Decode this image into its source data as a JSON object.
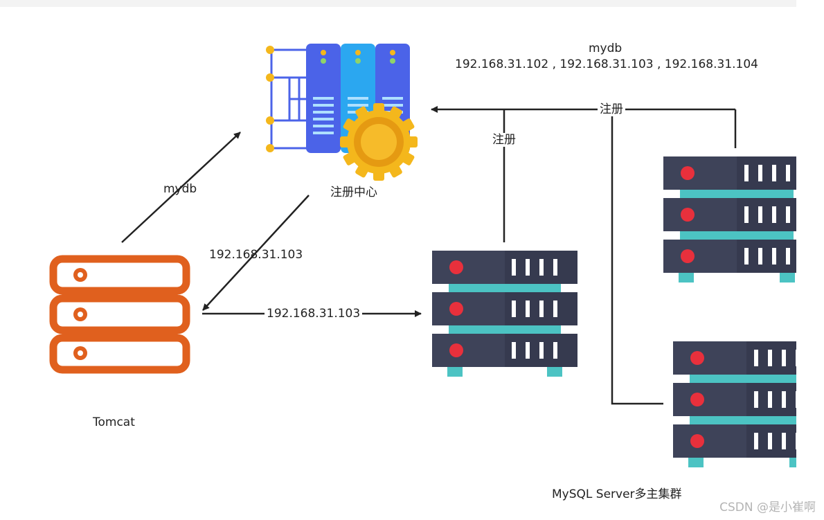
{
  "nodes": {
    "registry_label": "注册中心",
    "tomcat_label": "Tomcat",
    "cluster_label": "MySQL Server多主集群"
  },
  "edges": {
    "tomcat_to_registry": "mydb",
    "registry_to_tomcat": "192.168.31.103",
    "tomcat_to_server": "192.168.31.103",
    "register_1": "注册",
    "register_2": "注册"
  },
  "registry_info": {
    "db_name": "mydb",
    "ips": "192.168.31.102 , 192.168.31.103 , 192.168.31.104"
  },
  "watermark": "CSDN @是小崔啊",
  "colors": {
    "server_body": "#3e4359",
    "server_accent": "#4cc3c3",
    "server_led": "#e8303c",
    "tomcat_orange": "#e0601e",
    "registry_blue": "#4b63e8",
    "registry_cyan": "#2ba7f0",
    "gear_yellow": "#f4b71c"
  }
}
